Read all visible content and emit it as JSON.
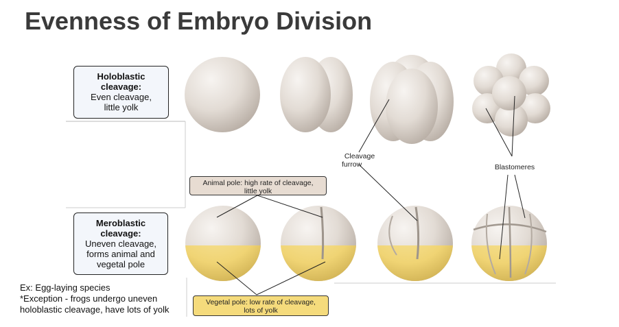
{
  "title": "Evenness of Embryo Division",
  "holoblastic": {
    "heading": "Holoblastic",
    "heading2": "cleavage:",
    "desc1": "Even cleavage,",
    "desc2": "little yolk"
  },
  "meroblastic": {
    "heading": "Meroblastic",
    "heading2": "cleavage:",
    "desc1": "Uneven cleavage,",
    "desc2": "forms animal and",
    "desc3": "vegetal pole"
  },
  "note": {
    "line1": "Ex: Egg-laying species",
    "line2": "*Exception - frogs undergo uneven",
    "line3": "holoblastic cleavage, have lots of yolk"
  },
  "labels": {
    "cleavage_furrow_1": "Cleavage",
    "cleavage_furrow_2": "furrow",
    "blastomeres": "Blastomeres",
    "animal_pole_1": "Animal pole: high rate of cleavage,",
    "animal_pole_2": "little yolk",
    "vegetal_pole_1": "Vegetal pole: low rate of cleavage,",
    "vegetal_pole_2": "lots of yolk"
  },
  "colors": {
    "cell": "#e4ddd6",
    "yolk": "#f2d97d",
    "animal_box": "#e7dcd2",
    "vegetal_box": "#f5db7c"
  }
}
